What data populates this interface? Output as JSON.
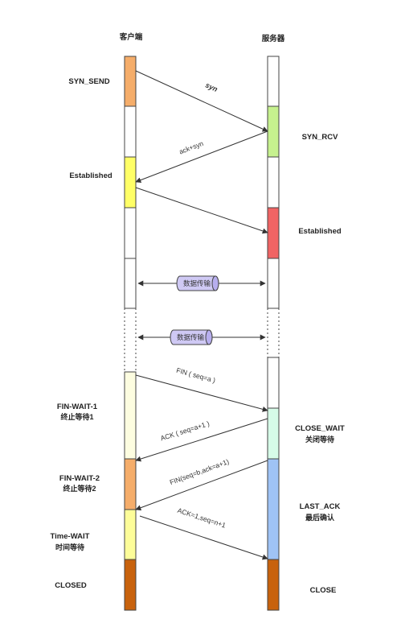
{
  "headers": {
    "client": "客户端",
    "server": "服务器"
  },
  "colors": {
    "border": "#444444",
    "orange": "#f5ad6a",
    "yellow": "#ffff66",
    "green": "#c6f18e",
    "red": "#f06464",
    "pale_yellow": "#fdfde0",
    "pale_green": "#d6fbe8",
    "blue": "#9fc3f5",
    "light_yellow": "#fdfd99",
    "brown": "#c8620d",
    "pipe_fill": "#cfc9f4"
  },
  "client_states": {
    "syn_send": "SYN_SEND",
    "established": "Established",
    "fin_wait_1": "FIN-WAIT-1",
    "fin_wait_1_cn": "终止等待1",
    "fin_wait_2": "FIN-WAIT-2",
    "fin_wait_2_cn": "终止等待2",
    "time_wait": "Time-WAIT",
    "time_wait_cn": "时间等待",
    "closed": "CLOSED"
  },
  "server_states": {
    "syn_rcv": "SYN_RCV",
    "established": "Established",
    "close_wait": "CLOSE_WAIT",
    "close_wait_cn": "关闭等待",
    "last_ack": "LAST_ACK",
    "last_ack_cn": "最后确认",
    "close": "CLOSE"
  },
  "messages": {
    "syn": "syn",
    "ack_syn": "ack+syn",
    "data_transfer_1": "数据传输",
    "data_transfer_2": "数据传输",
    "fin_1": "FIN ( seq=a )",
    "ack_1": "ACK ( seq=a+1 )",
    "fin_2": "FIN(seq=b,ack=a+1)",
    "ack_2": "ACK=1,seq=n+1"
  }
}
